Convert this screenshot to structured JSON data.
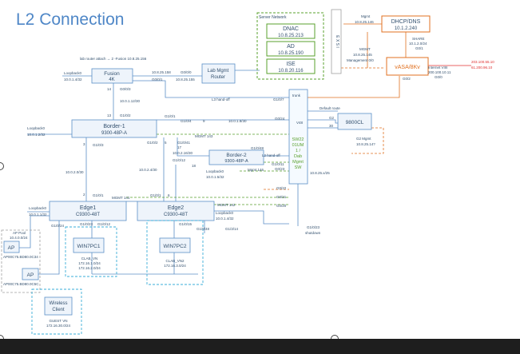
{
  "title": "L2 Connection",
  "colors": {
    "title": "#4f87c7",
    "device_stroke": "#5b8fc7",
    "device_fill": "#eef4fb",
    "green": "#5aa02c",
    "orange": "#e07020",
    "red": "#e03030",
    "cyan": "#3aaed8",
    "text": "#33506e",
    "grey": "#a0a0a0"
  },
  "devices": {
    "fusion": {
      "line1": "Fusion",
      "line2": "4K"
    },
    "lab_router": {
      "line1": "Lab Mgmt",
      "line2": "Router"
    },
    "border1": {
      "line1": "Border-1",
      "line2": "9300-48P-A"
    },
    "border2": {
      "line1": "Border-2",
      "line2": "9300-48P-A"
    },
    "edge1": {
      "line1": "Edge1",
      "line2": "C9300-48T"
    },
    "edge2": {
      "line1": "Edge2",
      "line2": "C9300-48T"
    },
    "dnac": {
      "line1": "DNAC",
      "line2": "10.8.25.213"
    },
    "ad": {
      "line1": "AD",
      "line2": "10.8.25.190"
    },
    "ise": {
      "line1": "ISE",
      "line2": "10.8.20.116"
    },
    "dhcp": {
      "line1": "DHCP/DNS",
      "line2": "10.1.2.240"
    },
    "asa": {
      "line1": "vASA/8Kv"
    },
    "wlc": {
      "line1": "9800CL"
    },
    "sw": {
      "line1": "SW22",
      "line2": "01UM",
      "line3": "1 /",
      "line4": "Dab",
      "line5": "Mgmt",
      "line6": "SW"
    },
    "esxi": {
      "label": "E X S I"
    },
    "ap1": {
      "line1": "AP"
    },
    "ap2": {
      "line1": "AP"
    },
    "pc1": {
      "line1": "WIN7PC1"
    },
    "pc2": {
      "line1": "WIN7PC2"
    },
    "wireless": {
      "line1": "Wireless",
      "line2": "Client"
    }
  },
  "labels": {
    "server_network": "Server Network",
    "lab_router_attach": "lab router attach → 2 -Fusion 10.8.25.156",
    "loopback_fusion": "Loopback0",
    "loopback_fusion_ip": "10.0.1.4/32",
    "fusion_ip_right": "10.8.25.158",
    "fusion_port_right": "G0/0/1",
    "fusion_port_g00": "G0/0/0",
    "router_ip": "10.8.25.155",
    "fusion_port_14": "14",
    "fusion_port_g003": "G0/0/3",
    "fusion_subnet": "10.0.1.12/30",
    "b1_port_13": "13",
    "b1_port_g102": "G1/0/2",
    "b1_port_g101": "G1/0/1",
    "l3_handoff": "L3 hand-off",
    "g10_7": "G1/0/7",
    "trunk": "trunk",
    "b1_g10_4": "G1/0/4",
    "b1_9": "9",
    "b1_subnet_9": "10.0.1.8/30",
    "g0_24": "G0/24",
    "vlan_default": "V48",
    "default_route": "Default route",
    "g2": "G2",
    "thirty": "30",
    "loopback_b1": "Loopback0",
    "loopback_b1_ip": "10.0.1.2/32",
    "mgmt_143": "MGMT 143",
    "b1_ports_3": "3",
    "b1_g10_3": "G1/0/3",
    "b1_g10_2b": "G1/0/2",
    "b1_5": "5",
    "b1_g10_41": "G1/0/41",
    "b1_17": "17",
    "b1_subnet_16": "10.0.2.16/30",
    "b1_g10_12": "G1/0/12",
    "b1_18": "18",
    "b2_g10_48": "G1/0/48",
    "l2_handoff": "L2 hand-off",
    "b2_g10_11": "G1/0/11",
    "loopback_b2": "Loopback0",
    "loopback_b2_ip": "10.0.1.5/32",
    "mgmt_146": "Mgmt 146",
    "g0_23": "G0/23",
    "g2_mgmt": "G2 Mgmt",
    "g2_mgmt_ip": "10.8.25.14?",
    "subnet_edge1": "10.0.2.0/30",
    "subnet_edge2": "10.0.2.4/30",
    "g0_22": "G0/22",
    "g0_21": "G0/21",
    "g0_20": "G0/20",
    "sw_subnet": "10.8.25.x/25",
    "e1_2": "2",
    "e1_g10_1": "G1/0/1",
    "mgmt_141": "MGMT 141",
    "e2_g10_1": "G1/0/1",
    "e2_6": "6",
    "mgmt_142": "MGMT 142",
    "loopback_e2": "Loopback0",
    "loopback_e2_ip": "10.0.1.4/32",
    "loopback_e1": "Loopback0",
    "loopback_e1_ip": "10.0.1.1/32",
    "g10_24": "G1/0/24",
    "g10_23": "G1/0/23",
    "g10_12": "G1/0/12",
    "g10_15": "G1/0/15",
    "g10_48": "G1/0/48",
    "g13_14": "G1/3/14",
    "g10_23b": "G1/0/23",
    "shutdown": "shutdown",
    "ap_pool": "AP Pool",
    "ap_pool_ip": "10.4.0.0/24",
    "ap_mac1": "AP00C75.BD80.0C34",
    "ap_mac2": "AP00C75.BD80.0C5C",
    "pc1_vn": "CLAB_VN",
    "pc1_ip1": "172.16.1.0/24",
    "pc1_ip2": "172.16.2.0/24",
    "pc2_vn": "CLAB_VN2",
    "pc2_ip": "172.16.3.0/24",
    "guest_vn": "GUEST VN",
    "guest_ip": "172.16.30.0/24",
    "mgmt_esxi": "Mgmt",
    "mgmt_esxi_ip": "10.8.25.146",
    "esxi_mgmt": "MGMT",
    "esxi_mgmt_ip1": "10.8.25.145",
    "esxi_mgmt_ip2": "10.8.25.145",
    "management_00": "Management 0/0",
    "share_label": "SHARE",
    "share_ip": "10.1.2.0/24",
    "share_port": "G0/1",
    "internet_label": "Internet VIIII",
    "internet_ip1": "200.100.10.11",
    "internet_ip2": "G0/0",
    "g00_asa": "G0/2",
    "ext_ip1": "203.100.55.10",
    "ext_ip2": "61.200.96.10"
  }
}
